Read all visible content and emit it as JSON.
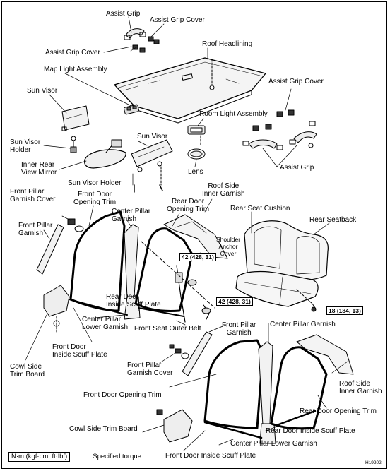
{
  "diagram": {
    "labels": {
      "assist_grip_top": "Assist Grip",
      "assist_grip_cover_top": "Assist Grip Cover",
      "assist_grip_cover_left": "Assist Grip Cover",
      "roof_headlining": "Roof Headlining",
      "map_light_assembly": "Map Light Assembly",
      "assist_grip_cover_right": "Assist Grip Cover",
      "sun_visor_left": "Sun Visor",
      "room_light_assembly": "Room Light Assembly",
      "sun_visor_mid": "Sun Visor",
      "sun_visor_holder_left": "Sun Visor\nHolder",
      "inner_rear_view_mirror": "Inner Rear\nView Mirror",
      "assist_grip_right": "Assist Grip",
      "lens": "Lens",
      "sun_visor_holder_mid": "Sun Visor Holder",
      "roof_side_inner_garnish_top": "Roof Side\nInner Garnish",
      "front_pillar_garnish_cover_top": "Front Pillar\nGarnish Cover",
      "front_door_opening_trim_top": "Front Door\nOpening Trim",
      "rear_door_opening_trim_top": "Rear Door\nOpening Trim",
      "rear_seat_cushion": "Rear Seat Cushion",
      "center_pillar_garnish_top": "Center Pillar\nGarnish",
      "rear_seatback": "Rear Seatback",
      "front_pillar_garnish_left": "Front Pillar\nGarnish",
      "shoulder_anchor_cover": "Shoulder\nAnchor\nCover",
      "rear_door_inside_scuff_plate_top": "Rear Door\nInside Scuff Plate",
      "center_pillar_lower_garnish_top": "Center Pillar\nLower Garnish",
      "front_seat_outer_belt": "Front Seat Outer Belt",
      "front_door_inside_scuff_plate_top": "Front Door\nInside Scuff Plate",
      "cowl_side_trim_board_left": "Cowl Side\nTrim Board",
      "front_pillar_garnish_bottom": "Front Pillar\nGarnish",
      "center_pillar_garnish_bottom": "Center Pillar Garnish",
      "front_pillar_garnish_cover_bottom": "Front Pillar\nGarnish Cover",
      "roof_side_inner_garnish_bottom": "Roof Side\nInner Garnish",
      "front_door_opening_trim_bottom": "Front Door Opening Trim",
      "rear_door_opening_trim_bottom": "Rear Door Opening Trim",
      "cowl_side_trim_board_bottom": "Cowl Side Trim Board",
      "rear_door_inside_scuff_plate_bottom": "Rear Door Inside Scuff Plate",
      "center_pillar_lower_garnish_bottom": "Center Pillar Lower Garnish",
      "front_door_inside_scuff_plate_bottom": "Front Door Inside Scuff Plate"
    },
    "torques": {
      "t1": "42 (428, 31)",
      "t2": "42 (428, 31)",
      "t3": "18 (184, 13)"
    },
    "legend": {
      "unit_box": "N·m (kgf·cm, ft·lbf)",
      "text": ": Specified torque"
    },
    "figure_id": "H19202"
  }
}
